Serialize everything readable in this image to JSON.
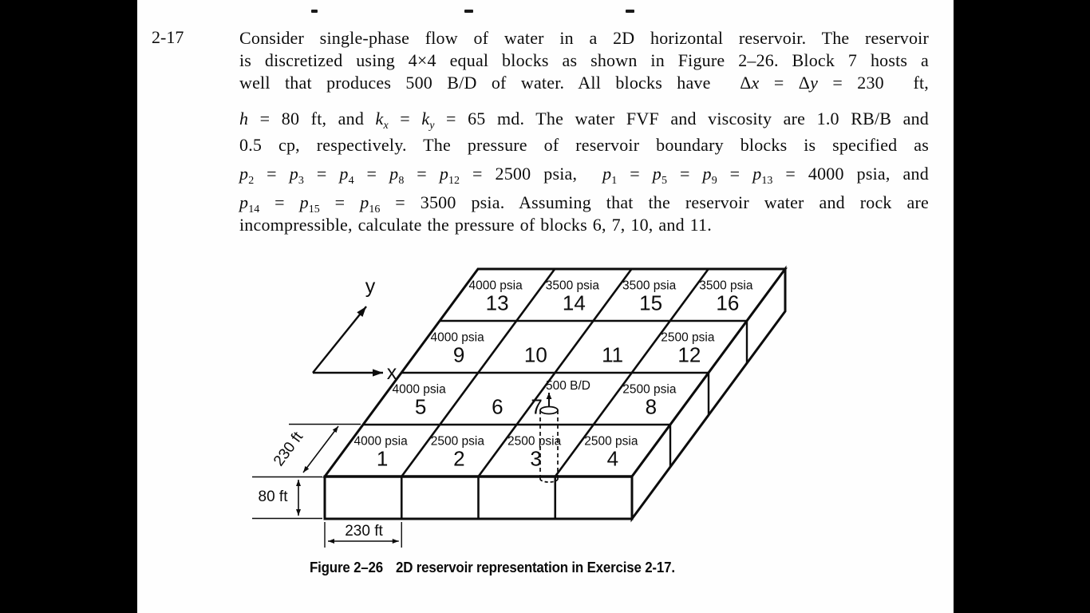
{
  "problem": {
    "number": "2-17",
    "lines": [
      {
        "segments": [
          {
            "t": "Consider single-phase flow of water in a 2D horizontal reservoir. The reservoir"
          }
        ]
      },
      {
        "segments": [
          {
            "t": "is discretized using 4×4 equal blocks as shown in Figure 2–26. Block 7 hosts a"
          }
        ]
      },
      {
        "segments": [
          {
            "t": "well that produces 500 B/D of water. All blocks have  Δ"
          },
          {
            "t": "x",
            "s": "i"
          },
          {
            "t": " = Δ"
          },
          {
            "t": "y",
            "s": "i"
          },
          {
            "t": " = 230  ft,"
          }
        ]
      },
      {
        "segments": [
          {
            "t": "h",
            "s": "i"
          },
          {
            "t": " = 80 ft, and "
          },
          {
            "t": "k",
            "s": "i"
          },
          {
            "t": "x",
            "s": "is"
          },
          {
            "t": " = "
          },
          {
            "t": "k",
            "s": "i"
          },
          {
            "t": "y",
            "s": "is"
          },
          {
            "t": " = 65 md. The water FVF and viscosity are 1.0 RB/B and"
          }
        ]
      },
      {
        "segments": [
          {
            "t": "0.5 cp, respectively. The pressure of reservoir boundary blocks is specified as"
          }
        ]
      },
      {
        "segments": [
          {
            "t": "p",
            "s": "i"
          },
          {
            "t": "2",
            "s": "s"
          },
          {
            "t": " = "
          },
          {
            "t": "p",
            "s": "i"
          },
          {
            "t": "3",
            "s": "s"
          },
          {
            "t": " = "
          },
          {
            "t": "p",
            "s": "i"
          },
          {
            "t": "4",
            "s": "s"
          },
          {
            "t": " = "
          },
          {
            "t": "p",
            "s": "i"
          },
          {
            "t": "8",
            "s": "s"
          },
          {
            "t": " = "
          },
          {
            "t": "p",
            "s": "i"
          },
          {
            "t": "12",
            "s": "s"
          },
          {
            "t": " = 2500 psia,  "
          },
          {
            "t": "p",
            "s": "i"
          },
          {
            "t": "1",
            "s": "s"
          },
          {
            "t": " = "
          },
          {
            "t": "p",
            "s": "i"
          },
          {
            "t": "5",
            "s": "s"
          },
          {
            "t": " = "
          },
          {
            "t": "p",
            "s": "i"
          },
          {
            "t": "9",
            "s": "s"
          },
          {
            "t": " = "
          },
          {
            "t": "p",
            "s": "i"
          },
          {
            "t": "13",
            "s": "s"
          },
          {
            "t": " = 4000 psia, and"
          }
        ]
      },
      {
        "segments": [
          {
            "t": "p",
            "s": "i"
          },
          {
            "t": "14",
            "s": "s"
          },
          {
            "t": " = "
          },
          {
            "t": "p",
            "s": "i"
          },
          {
            "t": "15",
            "s": "s"
          },
          {
            "t": " = "
          },
          {
            "t": "p",
            "s": "i"
          },
          {
            "t": "16",
            "s": "s"
          },
          {
            "t": " = 3500 psia. Assuming that the reservoir water and rock are"
          }
        ]
      },
      {
        "segments": [
          {
            "t": "incompressible, calculate the pressure of blocks 6, 7, 10, and 11."
          }
        ]
      }
    ]
  },
  "figure": {
    "axes": {
      "x_label": "x",
      "y_label": "y"
    },
    "dimensions": {
      "block_width": "230 ft",
      "block_depth": "230 ft",
      "thickness": "80 ft"
    },
    "well": {
      "rate_label": "500 B/D",
      "host_block": 7
    },
    "blocks": [
      {
        "n": "1",
        "row": 0,
        "col": 0,
        "pressure": "4000 psia"
      },
      {
        "n": "2",
        "row": 0,
        "col": 1,
        "pressure": "2500 psia"
      },
      {
        "n": "3",
        "row": 0,
        "col": 2,
        "pressure": "2500 psia"
      },
      {
        "n": "4",
        "row": 0,
        "col": 3,
        "pressure": "2500 psia"
      },
      {
        "n": "5",
        "row": 1,
        "col": 0,
        "pressure": "4000 psia"
      },
      {
        "n": "6",
        "row": 1,
        "col": 1,
        "pressure": ""
      },
      {
        "n": "7",
        "row": 1,
        "col": 2,
        "pressure": ""
      },
      {
        "n": "8",
        "row": 1,
        "col": 3,
        "pressure": "2500 psia"
      },
      {
        "n": "9",
        "row": 2,
        "col": 0,
        "pressure": "4000 psia"
      },
      {
        "n": "10",
        "row": 2,
        "col": 1,
        "pressure": ""
      },
      {
        "n": "11",
        "row": 2,
        "col": 2,
        "pressure": ""
      },
      {
        "n": "12",
        "row": 2,
        "col": 3,
        "pressure": "2500 psia"
      },
      {
        "n": "13",
        "row": 3,
        "col": 0,
        "pressure": "4000 psia"
      },
      {
        "n": "14",
        "row": 3,
        "col": 1,
        "pressure": "3500 psia"
      },
      {
        "n": "15",
        "row": 3,
        "col": 2,
        "pressure": "3500 psia"
      },
      {
        "n": "16",
        "row": 3,
        "col": 3,
        "pressure": "3500 psia"
      }
    ]
  },
  "caption": {
    "label": "Figure 2–26",
    "text": "2D reservoir representation in Exercise 2-17."
  }
}
